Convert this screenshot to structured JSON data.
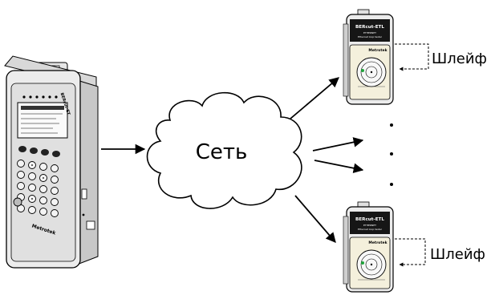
{
  "network_label": "Сеть",
  "loop_label_top": "Шлейф",
  "loop_label_bottom": "Шлейф",
  "remote_device": {
    "model": "BERcut-ETL",
    "brand": "Metrotek",
    "subtitle_line1": "ETHERNET",
    "subtitle_line2": "Ethernet loop tester"
  },
  "main_device": {
    "brand": "Metrotek",
    "model": "BERcut-ET"
  },
  "ellipsis": "⋮",
  "colors": {
    "stroke": "#000000",
    "device_body": "#ececec",
    "device_shadow": "#c8c8c8",
    "led_green": "#1ea43a",
    "panel_light": "#f4f0dc"
  }
}
